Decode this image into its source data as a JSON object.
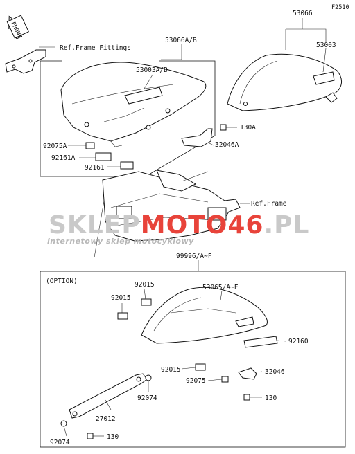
{
  "figure_code": "F2510",
  "front_label": "FRONT",
  "watermark": {
    "brand_main_part1": "SKLEP",
    "brand_main_part2": "MOTO46",
    "brand_main_part3": ".PL",
    "brand_sub": "internetowy sklep motocyklowy",
    "color_gray": "#c9c9c9",
    "color_red": "#e8433a"
  },
  "labels": {
    "ref_frame_fittings": "Ref.Frame Fittings",
    "ref_frame": "Ref.Frame",
    "option": "(OPTION)",
    "p53066": "53066",
    "p53003": "53003",
    "p53066ab": "53066A/B",
    "p53003ab": "53003A/B",
    "p130a": "130A",
    "p32046a": "32046A",
    "p92075a": "92075A",
    "p92161a": "92161A",
    "p92161": "92161",
    "p99996af": "99996/A~F",
    "p92015_top": "92015",
    "p92015_left": "92015",
    "p53065af": "53065/A~F",
    "p92160": "92160",
    "p92015_bottom": "92015",
    "p92075": "92075",
    "p32046": "32046",
    "p92074_right": "92074",
    "p130_right": "130",
    "p27012": "27012",
    "p92074_left": "92074",
    "p130_bottom": "130"
  }
}
